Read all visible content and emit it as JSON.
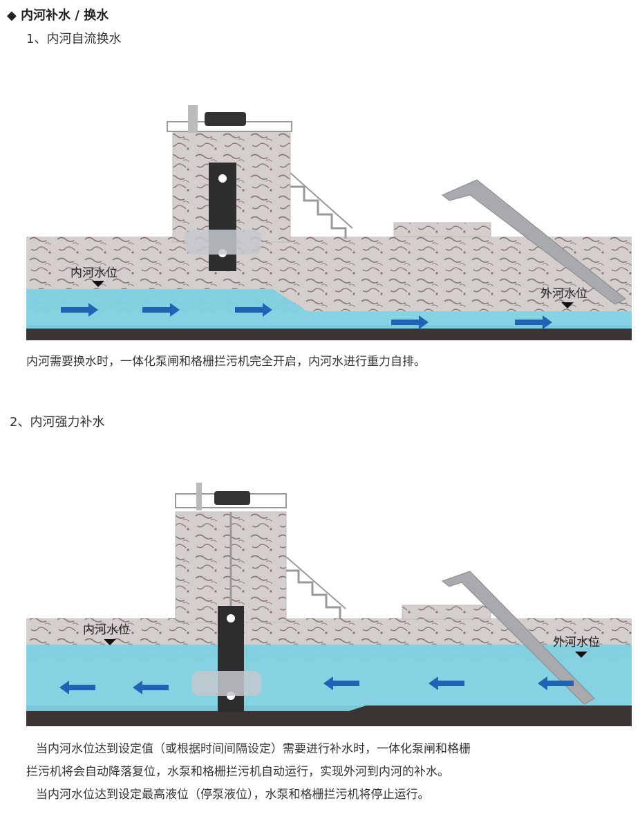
{
  "heading": "◆ 内河补水 / 换水",
  "section1": {
    "title": "1、内河自流换水",
    "inner_label": "内河水位",
    "outer_label": "外河水位",
    "caption": "内河需要换水时，一体化泵闸和格栅拦污机完全开启，内河水进行重力自排。"
  },
  "section2": {
    "title": "2、内河强力补水",
    "inner_label": "内河水位",
    "outer_label": "外河水位",
    "caption_lines": [
      "当内河水位达到设定值（或根据时间间隔设定）需要进行补水时，一体化泵闸和格栅",
      "拦污机将会自动降落复位，水泵和格栅拦污机自动运行，实现外河到内河的补水。",
      "当内河水位达到设定最高液位（停泵液位），水泵和格栅拦污机将停止运行。"
    ]
  },
  "colors": {
    "water": "#7fd0e2",
    "arrow": "#1f63b5",
    "concrete": "#cfc9c6",
    "ground": "#3a3532",
    "gate": "#2e2e2e"
  },
  "icons": [
    "diamond-bullet-icon",
    "flow-arrow-icon",
    "water-level-marker-icon"
  ]
}
